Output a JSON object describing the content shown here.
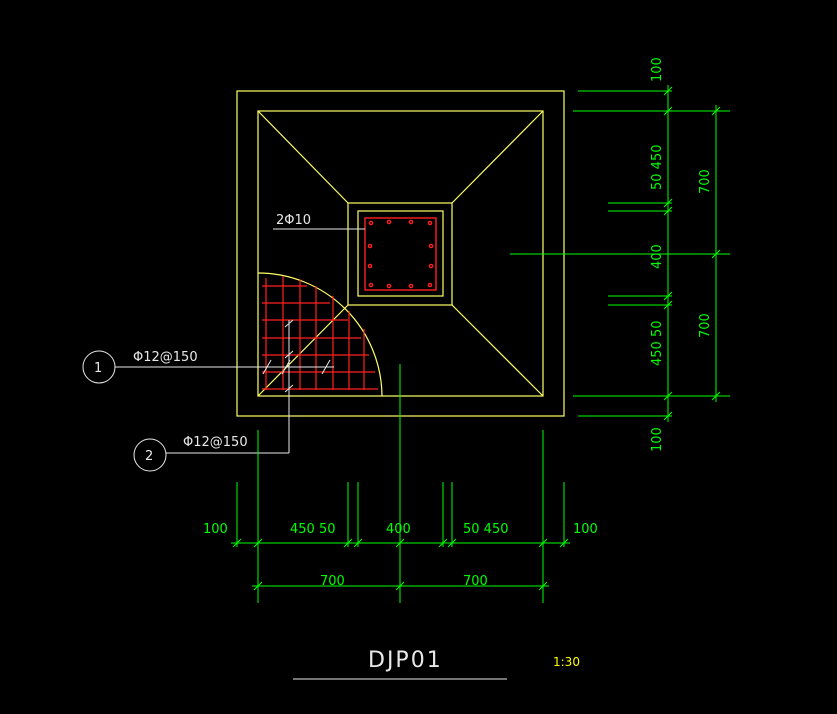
{
  "drawing": {
    "title": "DJP01",
    "scale": "1:30"
  },
  "rebar_labels": {
    "column_bars": "2Φ10",
    "bar_1_callout": "1",
    "bar_1_spec": "Φ12@150",
    "bar_2_callout": "2",
    "bar_2_spec": "Φ12@150"
  },
  "dimensions": {
    "bottom": {
      "left_edge": "100",
      "left_inner": "450 50",
      "center": "400",
      "right_inner": "50 450",
      "right_edge": "100",
      "left_total": "700",
      "right_total": "700"
    },
    "right": {
      "top_edge": "100",
      "top_inner": "50 450",
      "top_total": "700",
      "center": "400",
      "bottom_inner": "450 50",
      "bottom_total": "700",
      "bottom_edge": "100"
    }
  },
  "colors": {
    "outline": "#ffff66",
    "dimension": "#00ff00",
    "rebar": "#ff2020",
    "leader": "#e8e8e8"
  }
}
